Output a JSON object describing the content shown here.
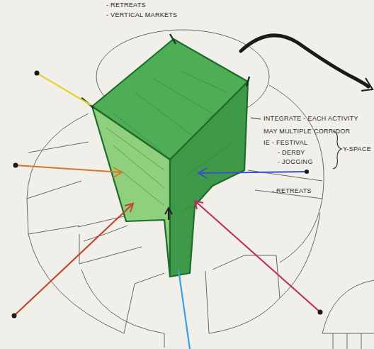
{
  "diagram": {
    "labels": [
      "- RETREATS",
      "- VERTICAL MARKETS",
      "INTEGRATE - EACH ACTIVITY",
      "MAY MULTIPLE CORRIDOR",
      "IE - FESTIVAL",
      "- DERBY",
      "- JOGGING",
      "- RETREATS",
      "Y-SPACE"
    ]
  }
}
